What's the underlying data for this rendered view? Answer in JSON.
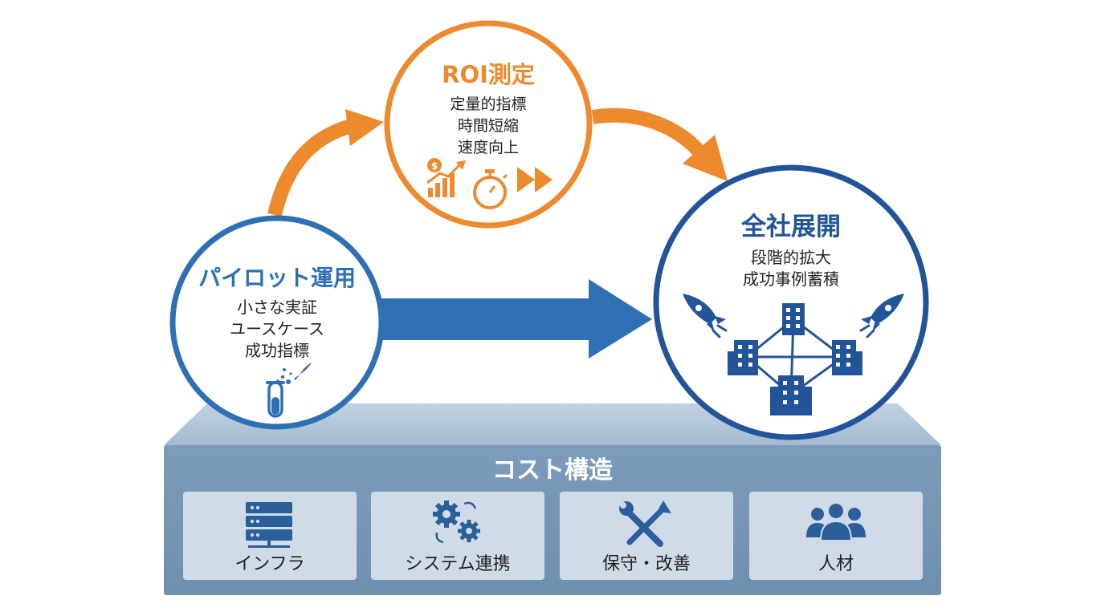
{
  "pilot": {
    "title": "パイロット運用",
    "lines": [
      "小さな実証",
      "ユースケース",
      "成功指標"
    ]
  },
  "roi": {
    "title": "ROI測定",
    "lines": [
      "定量的指標",
      "時間短縮",
      "速度向上"
    ]
  },
  "rollout": {
    "title": "全社展開",
    "lines": [
      "段階的拡大",
      "成功事例蓄積"
    ]
  },
  "cost": {
    "title": "コスト構造",
    "items": [
      {
        "label": "インフラ",
        "icon": "server-icon"
      },
      {
        "label": "システム連携",
        "icon": "gears-icon"
      },
      {
        "label": "保守・改善",
        "icon": "wrench-screwdriver-icon"
      },
      {
        "label": "人材",
        "icon": "people-group-icon"
      }
    ]
  },
  "colors": {
    "blue": "#2e70b4",
    "dark_blue": "#22549a",
    "orange": "#ee8a2e",
    "slate": "#7a99b8",
    "slate_top": "#a9bfd4",
    "tile": "#cfdbe7"
  }
}
